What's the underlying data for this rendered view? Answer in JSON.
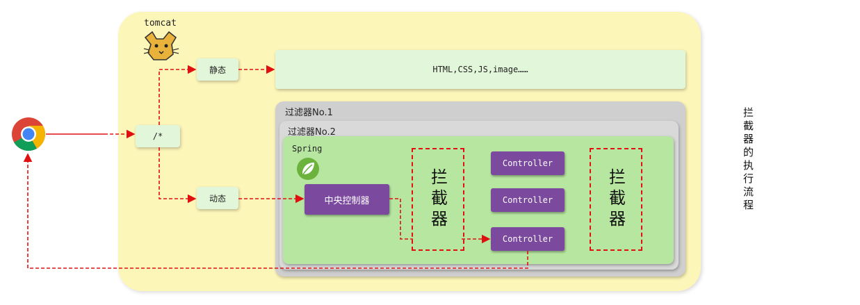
{
  "tomcat": {
    "label": "tomcat"
  },
  "routes": {
    "all": "/*",
    "static": "静态",
    "dynamic": "动态"
  },
  "static_resources": {
    "label": "HTML,CSS,JS,image……"
  },
  "filters": {
    "filter1": "过滤器No.1",
    "filter2": "过滤器No.2"
  },
  "spring": {
    "label": "Spring"
  },
  "dispatcher": {
    "label": "中央控制器"
  },
  "controllers": [
    "Controller",
    "Controller",
    "Controller"
  ],
  "interceptors": [
    "拦截器",
    "拦截器"
  ],
  "side_title": "拦截器的执行流程",
  "colors": {
    "tomcat_bg": "#fdf6b9",
    "box_light_green": "#e2f7d9",
    "spring_green": "#b7e6a1",
    "filter_gray": "#cfcfcf",
    "purple": "#7b4a9f",
    "arrow_red": "#e01010"
  },
  "icons": {
    "browser": "chrome-browser-icon",
    "server": "tomcat-cat-icon",
    "framework": "spring-leaf-icon"
  }
}
